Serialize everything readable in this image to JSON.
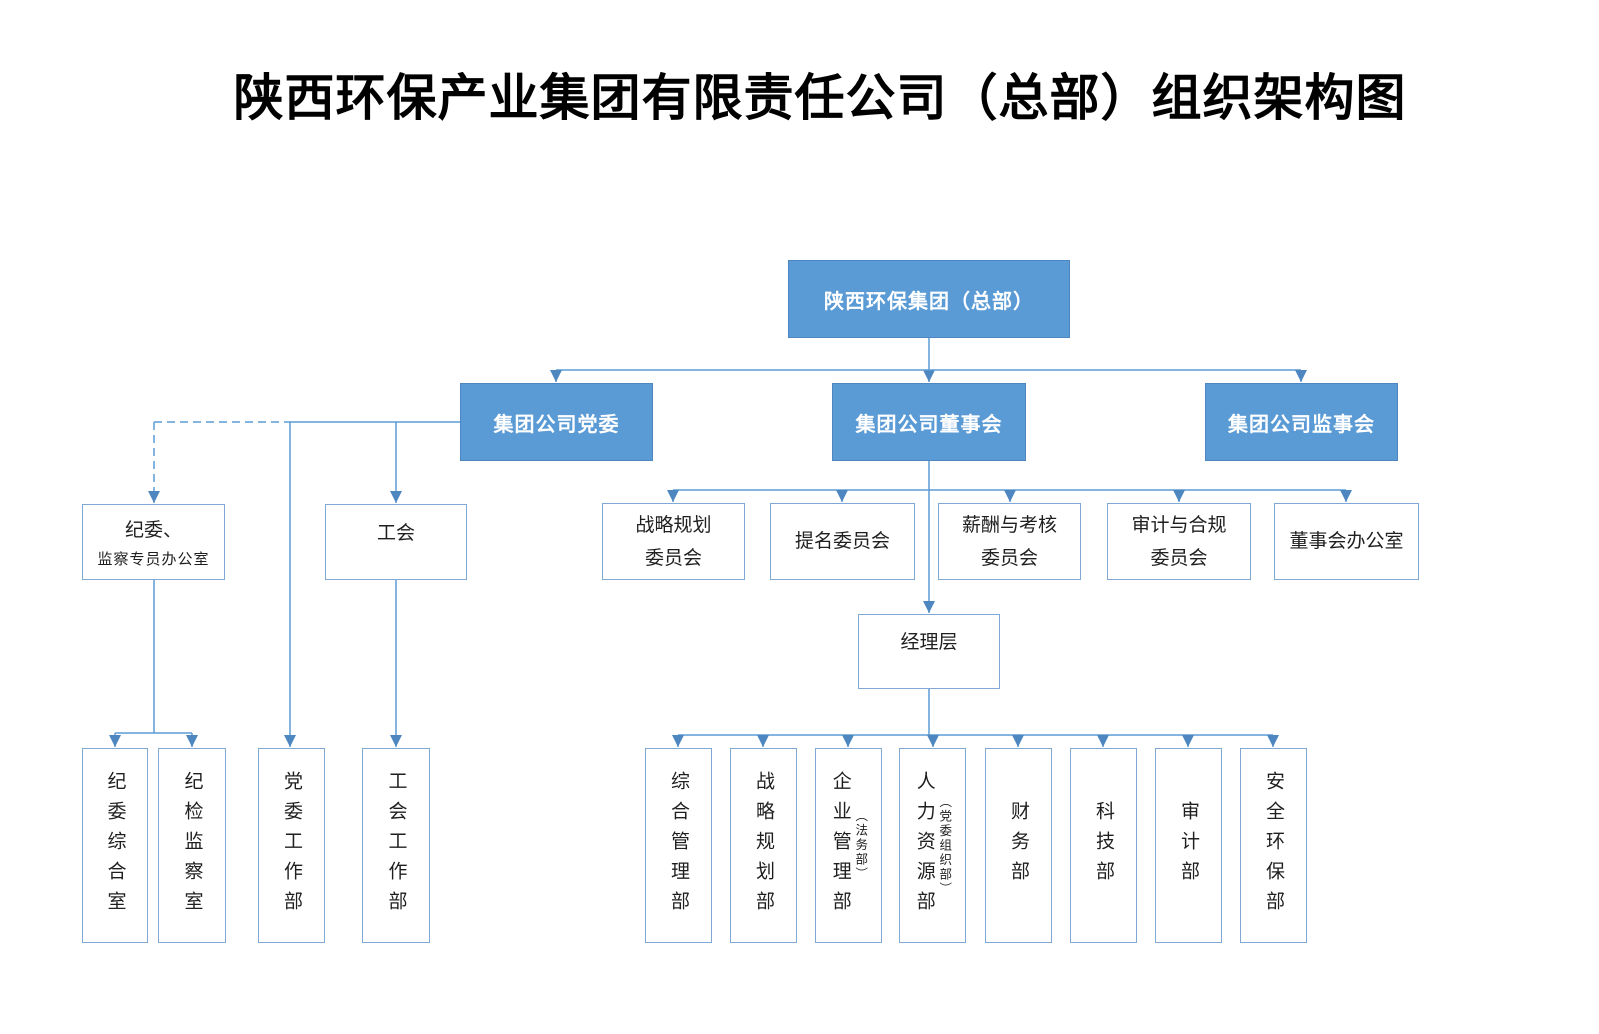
{
  "title": "陕西环保产业集团有限责任公司（总部）组织架构图",
  "colors": {
    "node_fill_blue": "#5B9BD5",
    "node_border_blue": "#4E87C0",
    "white_node_border": "#7FA8D4",
    "connector_line": "#5B9BD5",
    "arrowhead": "#4E87C0",
    "text": "#1F1F1F"
  },
  "nodes": {
    "root": "陕西环保集团（总部）",
    "party_committee": "集团公司党委",
    "board": "集团公司董事会",
    "supervisory_board": "集团公司监事会",
    "discipline_office_line1": "纪委、",
    "discipline_office_line2": "监察专员办公室",
    "labor_union": "工会",
    "management": "经理层"
  },
  "committees": [
    {
      "line1": "战略规划",
      "line2": "委员会"
    },
    {
      "line1": "提名委员会",
      "line2": ""
    },
    {
      "line1": "薪酬与考核",
      "line2": "委员会"
    },
    {
      "line1": "审计与合规",
      "line2": "委员会"
    },
    {
      "line1": "董事会办公室",
      "line2": ""
    }
  ],
  "party_departments": [
    "纪委综合室",
    "纪检监察室",
    "党委工作部",
    "工会工作部"
  ],
  "management_departments": [
    {
      "name": "综合管理部",
      "note": ""
    },
    {
      "name": "战略规划部",
      "note": ""
    },
    {
      "name": "企业管理部",
      "note": "（法务部）"
    },
    {
      "name": "人力资源部",
      "note": "（党委组织部）"
    },
    {
      "name": "财务部",
      "note": ""
    },
    {
      "name": "科技部",
      "note": ""
    },
    {
      "name": "审计部",
      "note": ""
    },
    {
      "name": "安全环保部",
      "note": ""
    }
  ]
}
